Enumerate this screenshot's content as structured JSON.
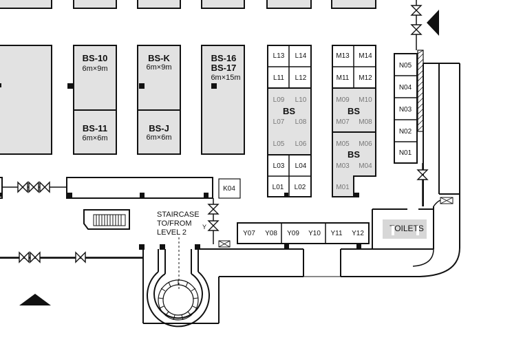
{
  "booths": {
    "bs10": {
      "name": "BS-10",
      "size": "6m×9m"
    },
    "bs11": {
      "name": "BS-11",
      "size": "6m×6m"
    },
    "bsk": {
      "name": "BS-K",
      "size": "6m×9m"
    },
    "bsj": {
      "name": "BS-J",
      "size": "6m×6m"
    },
    "bs16": {
      "name_1": "BS-16",
      "name_2": "BS-17",
      "size": "6m×15m"
    }
  },
  "l_column": {
    "top_white": [
      "L13",
      "L14",
      "L11",
      "L12"
    ],
    "grey": [
      "L09",
      "L10",
      "L07",
      "L08",
      "L05",
      "L06"
    ],
    "grey_label": "BS",
    "bottom_white": [
      "L03",
      "L04",
      "L01",
      "L02"
    ]
  },
  "m_column": {
    "top_white": [
      "M13",
      "M14",
      "M11",
      "M12"
    ],
    "grey_upper": [
      "M09",
      "M10",
      "M07",
      "M08"
    ],
    "grey_upper_label": "BS",
    "grey_lower": [
      "M05",
      "M06",
      "M03",
      "M04"
    ],
    "grey_lower_label": "BS",
    "bottom": [
      "M01"
    ]
  },
  "n_column": [
    "N05",
    "N04",
    "N03",
    "N02",
    "N01"
  ],
  "y_row": [
    "Y07",
    "Y08",
    "Y09",
    "Y10",
    "Y11",
    "Y12"
  ],
  "k04": "K04",
  "staircase": {
    "line1": "STAIRCASE",
    "line2": "TO/FROM",
    "line3": "LEVEL 2",
    "marker": "Y"
  },
  "toilets": "TOILETS",
  "colors": {
    "booth_fill": "#e2e2e2",
    "wall": "#111111",
    "grey_text": "#777777"
  },
  "icons": [
    "north-arrow-icon",
    "direction-arrow-icon",
    "valve-icon",
    "toilet-icon",
    "staircase-icon",
    "door-icon"
  ]
}
